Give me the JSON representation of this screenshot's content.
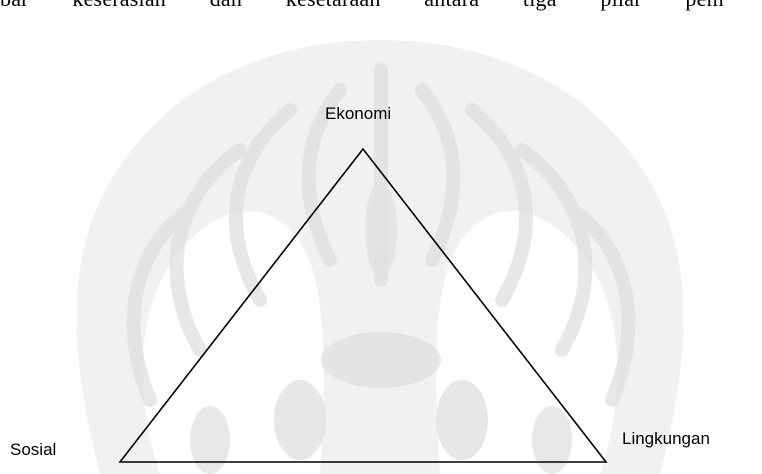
{
  "document": {
    "top_text": "bar keserasian dan kesetaraan antara tiga pilar pem"
  },
  "diagram": {
    "nodes": {
      "top": "Ekonomi",
      "bottom_left": "Sosial",
      "bottom_right": "Lingkungan"
    }
  },
  "watermark": {
    "description_color": "#e3e3e3"
  }
}
